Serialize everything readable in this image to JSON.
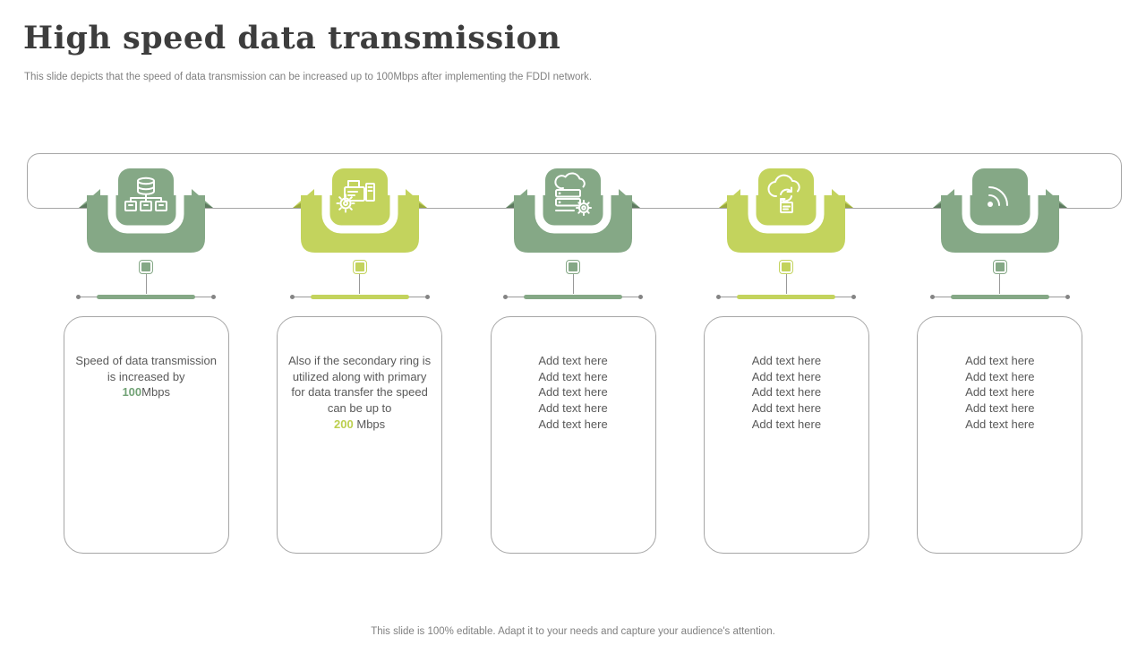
{
  "slide": {
    "title": "High speed data transmission",
    "subtitle": "This slide depicts that the speed of data transmission can be increased up to 100Mbps after implementing the FDDI network.",
    "footer": "This slide is 100% editable. Adapt it to your needs and capture your audience's attention."
  },
  "colors": {
    "green": "#85a886",
    "green_dark": "#5d7a5f",
    "yellow": "#c3d35d",
    "yellow_dark": "#9aa93e",
    "highlight_green": "#72a376",
    "highlight_yellow": "#bccf4e",
    "title_color": "#3d3d3d",
    "muted": "#808080",
    "text_gray": "#595959",
    "border_gray": "#a6a6a6",
    "line_gray": "#999999",
    "dot_gray": "#848484"
  },
  "columns": [
    {
      "theme": "green",
      "icon": "database-network-icon",
      "card": {
        "text": "Speed of data transmission is increased by",
        "highlight": "100",
        "suffix": "Mbps"
      }
    },
    {
      "theme": "yellow",
      "icon": "computer-gear-icon",
      "card": {
        "text": "Also if the secondary ring is utilized along with primary for data transfer the speed can be up to",
        "highlight": "200",
        "suffix": " Mbps"
      }
    },
    {
      "theme": "green",
      "icon": "server-cloud-gear-icon",
      "card": {
        "lines": [
          "Add text here",
          "Add text here",
          "Add text here",
          "Add text here",
          "Add text here"
        ]
      }
    },
    {
      "theme": "yellow",
      "icon": "cloud-sync-icon",
      "card": {
        "lines": [
          "Add text here",
          "Add text here",
          "Add text here",
          "Add text here",
          "Add text here"
        ]
      }
    },
    {
      "theme": "green",
      "icon": "rss-signal-icon",
      "card": {
        "lines": [
          "Add text here",
          "Add text here",
          "Add text here",
          "Add text here",
          "Add text here"
        ]
      }
    }
  ]
}
